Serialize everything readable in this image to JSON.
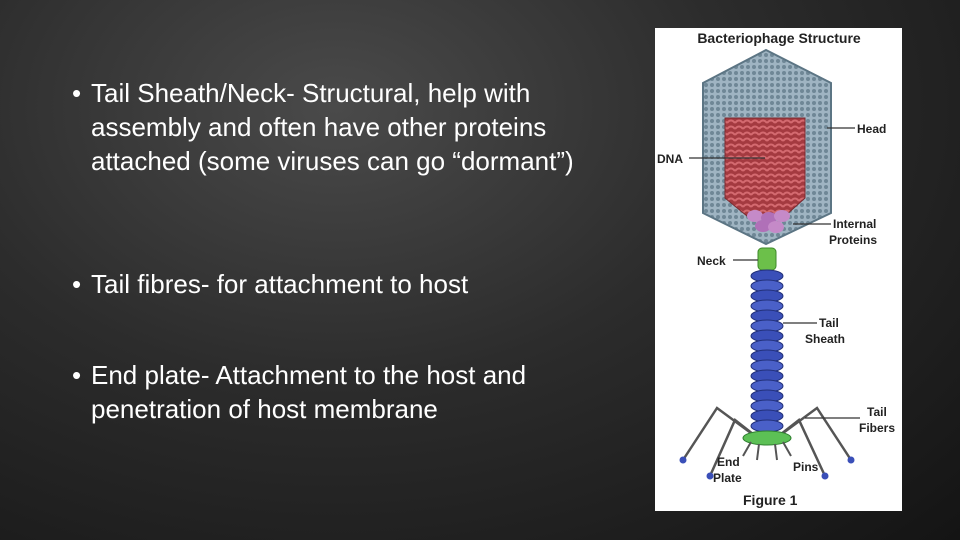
{
  "slide": {
    "bullets": [
      "Tail Sheath/Neck- Structural, help with assembly and often have other proteins attached (some viruses can go “dormant”)",
      "Tail fibres- for attachment to host",
      "End plate- Attachment to the host and penetration of host membrane"
    ],
    "bullet_symbol": "•"
  },
  "figure": {
    "title": "Bacteriophage Structure",
    "labels": {
      "head": "Head",
      "dna": "DNA",
      "internal_proteins_1": "Internal",
      "internal_proteins_2": "Proteins",
      "neck": "Neck",
      "tail_sheath_1": "Tail",
      "tail_sheath_2": "Sheath",
      "tail_fibers_1": "Tail",
      "tail_fibers_2": "Fibers",
      "end_plate_1": "End",
      "end_plate_2": "Plate",
      "pins": "Pins"
    },
    "caption": "Figure 1",
    "colors": {
      "head": "#8fa7b5",
      "dna": "#b8444a",
      "internal_proteins": "#c58ac8",
      "neck": "#6cc04a",
      "sheath": "#3a4fb8",
      "end_plate": "#5cc055",
      "fibers": "#555555"
    }
  }
}
